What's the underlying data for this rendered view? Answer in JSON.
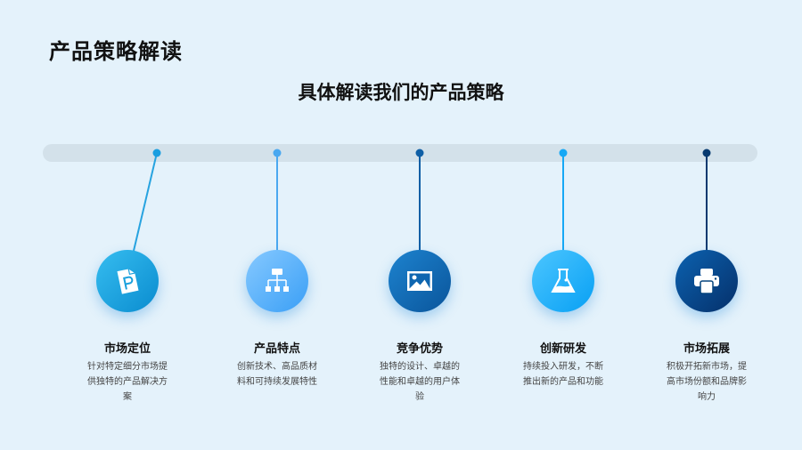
{
  "header": {
    "title": "产品策略解读",
    "subtitle": "具体解读我们的产品策略"
  },
  "items": [
    {
      "title": "市场定位",
      "desc": "针对特定细分市场提供独特的产品解决方案",
      "icon": "document-p-icon",
      "color": "#1aa0dc"
    },
    {
      "title": "产品特点",
      "desc": "创新技术、高品质材料和可持续发展特性",
      "icon": "hierarchy-icon",
      "color": "#4aa8f5"
    },
    {
      "title": "竞争优势",
      "desc": "独特的设计、卓越的性能和卓越的用户体验",
      "icon": "image-icon",
      "color": "#0f66b0"
    },
    {
      "title": "创新研发",
      "desc": "持续投入研发，不断推出新的产品和功能",
      "icon": "flask-icon",
      "color": "#16aaf7"
    },
    {
      "title": "市场拓展",
      "desc": "积极开拓新市场，提高市场份额和品牌影响力",
      "icon": "printer-icon",
      "color": "#06457f"
    }
  ]
}
